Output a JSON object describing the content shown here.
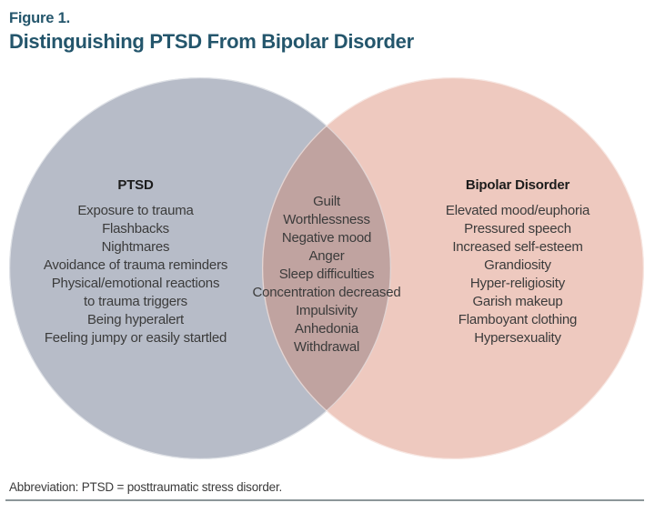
{
  "figure": {
    "label": "Figure 1.",
    "title": "Distinguishing PTSD From Bipolar Disorder"
  },
  "venn": {
    "left": {
      "heading": "PTSD",
      "color": "#b7bcc8",
      "items": [
        "Exposure to trauma",
        "Flashbacks",
        "Nightmares",
        "Avoidance of trauma reminders",
        "Physical/emotional reactions",
        "to trauma triggers",
        "Being hyperalert",
        "Feeling jumpy or easily startled"
      ]
    },
    "overlap": {
      "color": "#c0a3a0",
      "items": [
        "Guilt",
        "Worthlessness",
        "Negative mood",
        "Anger",
        "Sleep difficulties",
        "Concentration decreased",
        "Impulsivity",
        "Anhedonia",
        "Withdrawal"
      ]
    },
    "right": {
      "heading": "Bipolar Disorder",
      "color": "#eec9bf",
      "items": [
        "Elevated mood/euphoria",
        "Pressured speech",
        "Increased self-esteem",
        "Grandiosity",
        "Hyper-religiosity",
        "Garish makeup",
        "Flamboyant clothing",
        "Hypersexuality"
      ]
    }
  },
  "footnote": {
    "text": "Abbreviation: PTSD = posttraumatic stress disorder."
  },
  "colors": {
    "title_text": "#24566c",
    "heading_text": "#1c1c1c",
    "body_text": "#3b3b3b",
    "rule": "#8c9699"
  }
}
